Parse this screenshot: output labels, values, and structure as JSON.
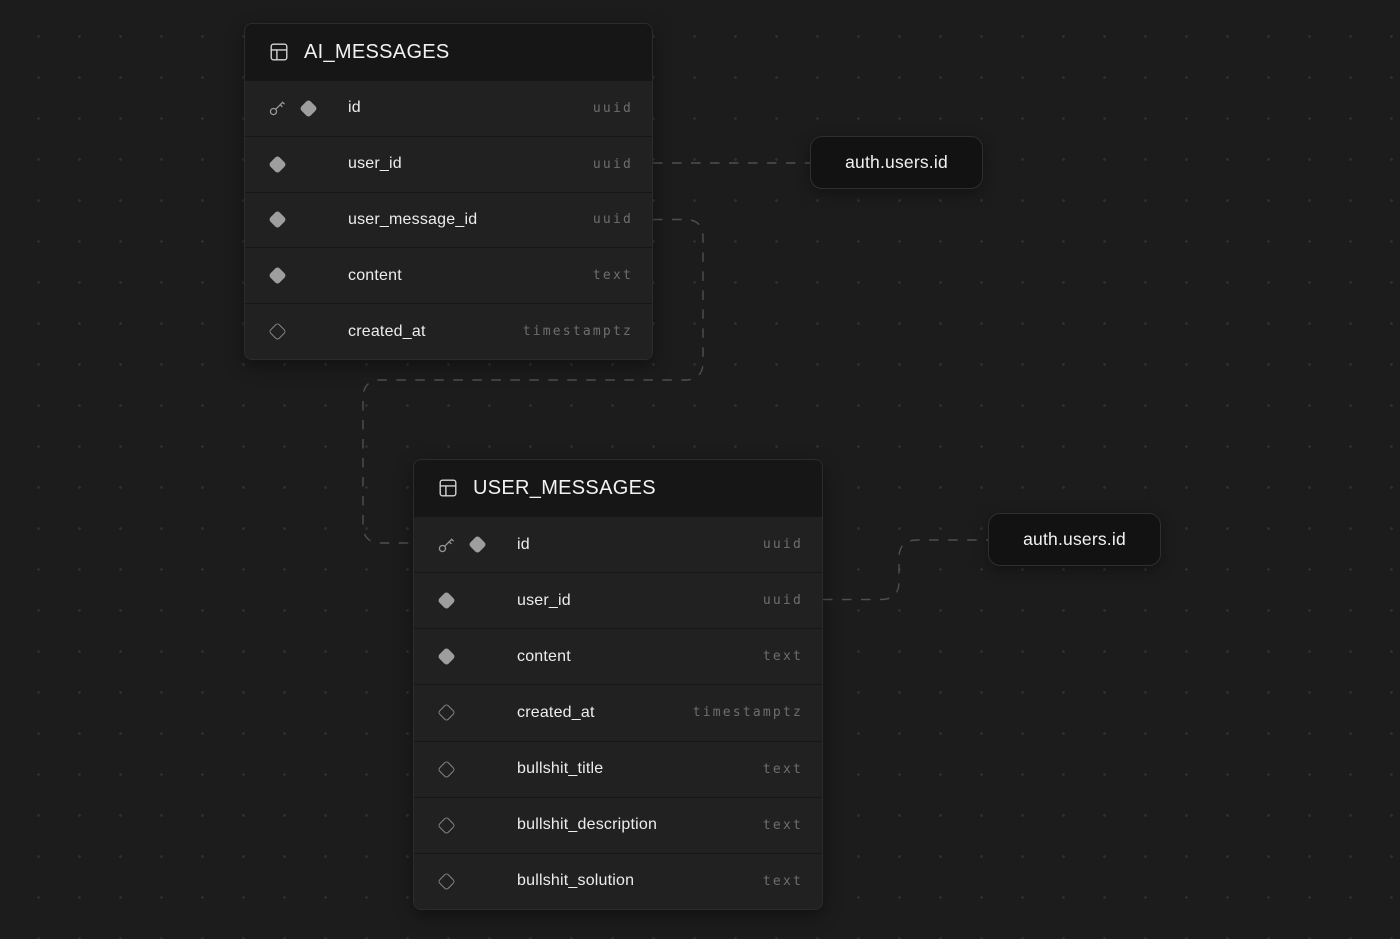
{
  "diagram": {
    "kind": "database-schema",
    "tables": [
      {
        "name": "AI_MESSAGES",
        "columns": [
          {
            "name": "id",
            "type": "uuid",
            "pk": true,
            "not_null": true
          },
          {
            "name": "user_id",
            "type": "uuid",
            "pk": false,
            "not_null": true
          },
          {
            "name": "user_message_id",
            "type": "uuid",
            "pk": false,
            "not_null": true
          },
          {
            "name": "content",
            "type": "text",
            "pk": false,
            "not_null": true
          },
          {
            "name": "created_at",
            "type": "timestamptz",
            "pk": false,
            "not_null": false
          }
        ]
      },
      {
        "name": "USER_MESSAGES",
        "columns": [
          {
            "name": "id",
            "type": "uuid",
            "pk": true,
            "not_null": true
          },
          {
            "name": "user_id",
            "type": "uuid",
            "pk": false,
            "not_null": true
          },
          {
            "name": "content",
            "type": "text",
            "pk": false,
            "not_null": true
          },
          {
            "name": "created_at",
            "type": "timestamptz",
            "pk": false,
            "not_null": false
          },
          {
            "name": "bullshit_title",
            "type": "text",
            "pk": false,
            "not_null": false
          },
          {
            "name": "bullshit_description",
            "type": "text",
            "pk": false,
            "not_null": false
          },
          {
            "name": "bullshit_solution",
            "type": "text",
            "pk": false,
            "not_null": false
          }
        ]
      }
    ],
    "ref_nodes": [
      {
        "label": "auth.users.id"
      },
      {
        "label": "auth.users.id"
      }
    ],
    "relationships": [
      {
        "from": "AI_MESSAGES.user_id",
        "to": "auth.users.id"
      },
      {
        "from": "AI_MESSAGES.user_message_id",
        "to": "USER_MESSAGES.id"
      },
      {
        "from": "USER_MESSAGES.user_id",
        "to": "auth.users.id"
      }
    ],
    "icons": {
      "table_header": "table-icon",
      "primary_key": "primary-key-icon",
      "not_null": "not-null-diamond-icon",
      "nullable": "nullable-diamond-icon"
    },
    "colors": {
      "canvas_bg": "#1c1c1c",
      "grid_dot": "#2f2f2f",
      "table_header_bg": "#161616",
      "table_row_bg": "#212121",
      "row_separator": "#161616",
      "table_border": "#2c2c2c",
      "ref_node_bg": "#121212",
      "ref_node_border": "#2f2f2f",
      "edge": "#4f4f4f",
      "text_primary": "#ededed",
      "text_type": "#6e6e6e",
      "icon_gray": "#9a9a9a"
    }
  }
}
